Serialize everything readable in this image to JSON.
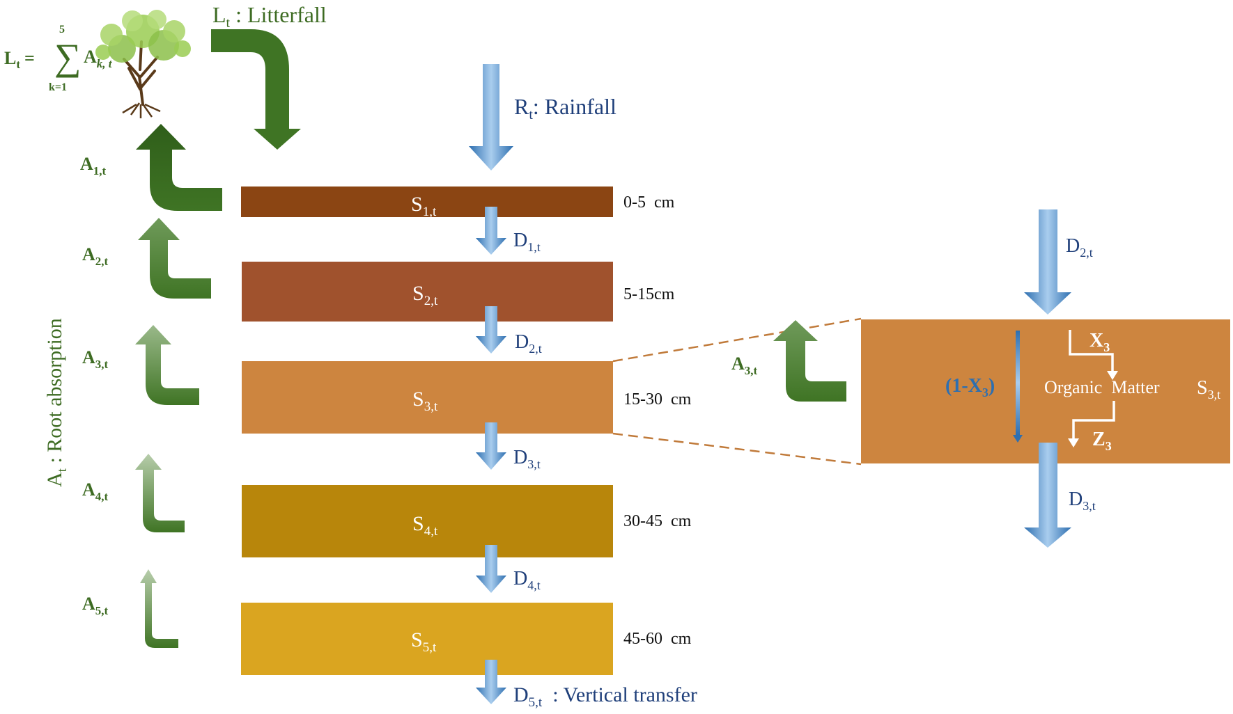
{
  "formula": {
    "lhs": "L",
    "lhs_sub": "t",
    "eq": "=",
    "upper": "5",
    "lower": "k=1",
    "term": "A",
    "term_sub": "k, t"
  },
  "litterfall": {
    "sym": "L",
    "sub": "t",
    "text": " : Litterfall"
  },
  "rainfall": {
    "sym": "R",
    "sub": "t",
    "text": ": Rainfall"
  },
  "root_absorption": {
    "sym": "A",
    "sub": "t",
    "text": " : Root absorption"
  },
  "layers": [
    {
      "sym": "S",
      "sub": "1,t",
      "depth": "0-5  cm",
      "color": "#8B4513"
    },
    {
      "sym": "S",
      "sub": "2,t",
      "depth": "5-15cm",
      "color": "#A0522D"
    },
    {
      "sym": "S",
      "sub": "3,t",
      "depth": "15-30  cm",
      "color": "#CD853F"
    },
    {
      "sym": "S",
      "sub": "4,t",
      "depth": "30-45  cm",
      "color": "#B8860B"
    },
    {
      "sym": "S",
      "sub": "5,t",
      "depth": "45-60  cm",
      "color": "#DAA520"
    }
  ],
  "absorption": [
    {
      "sym": "A",
      "sub": "1,t"
    },
    {
      "sym": "A",
      "sub": "2,t"
    },
    {
      "sym": "A",
      "sub": "3,t"
    },
    {
      "sym": "A",
      "sub": "4,t"
    },
    {
      "sym": "A",
      "sub": "5,t"
    }
  ],
  "drainage": [
    {
      "sym": "D",
      "sub": "1,t",
      "text": ""
    },
    {
      "sym": "D",
      "sub": "2,t",
      "text": ""
    },
    {
      "sym": "D",
      "sub": "3,t",
      "text": ""
    },
    {
      "sym": "D",
      "sub": "4,t",
      "text": ""
    },
    {
      "sym": "D",
      "sub": "5,t",
      "text": "  : Vertical transfer"
    }
  ],
  "detail": {
    "in": {
      "sym": "D",
      "sub": "2,t"
    },
    "out": {
      "sym": "D",
      "sub": "3,t"
    },
    "absorb": {
      "sym": "A",
      "sub": "3,t"
    },
    "x": {
      "sym": "X",
      "sub": "3"
    },
    "z": {
      "sym": "Z",
      "sub": "3"
    },
    "one_minus": {
      "pre": "(1-X",
      "sub": "3",
      "post": ")"
    },
    "organic": "Organic  Matter",
    "layer": {
      "sym": "S",
      "sub": "3,t"
    },
    "color": "#CD853F"
  },
  "colors": {
    "green": "#3d6b22",
    "blue": "#2e75b6",
    "dash": "#c07a3a"
  }
}
